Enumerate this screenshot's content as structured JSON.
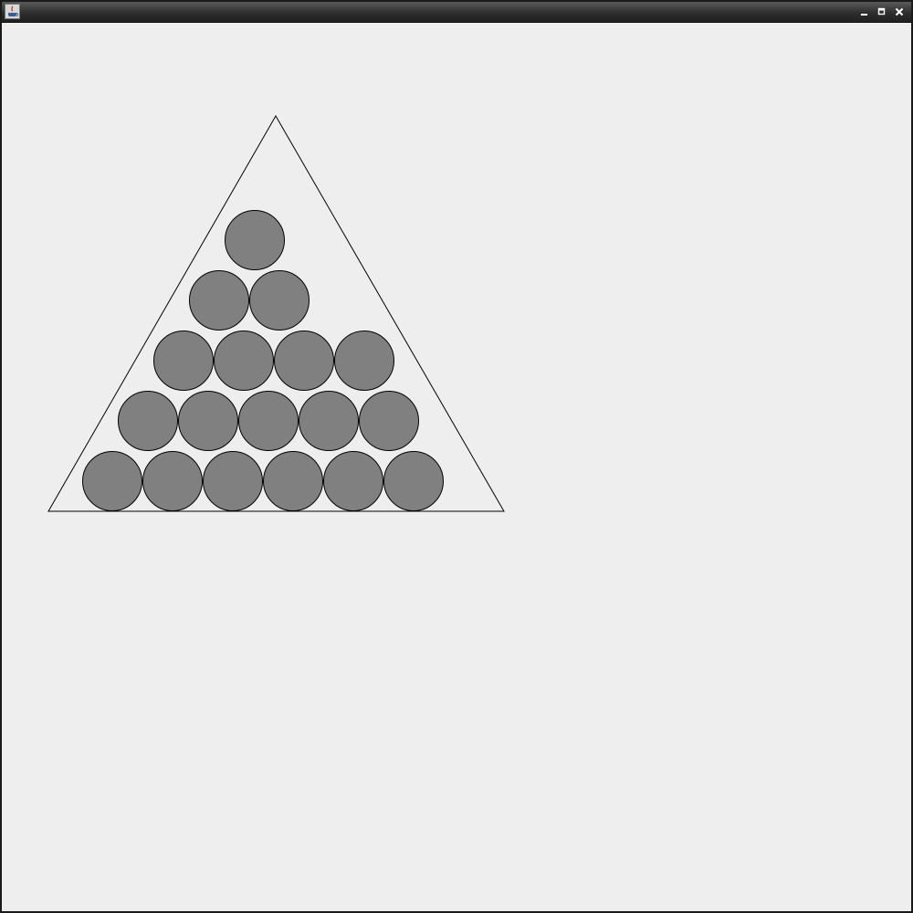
{
  "window": {
    "title": "",
    "controls": {
      "minimize_icon": "minimize-icon",
      "maximize_icon": "maximize-icon",
      "close_icon": "close-icon"
    }
  },
  "drawing": {
    "triangle": {
      "stroke": "#000000",
      "fill": "none"
    },
    "balls": {
      "rows": [
        1,
        2,
        4,
        5,
        6
      ],
      "count": 18,
      "fill": "#808080",
      "stroke": "#000000"
    }
  },
  "colors": {
    "window_bg": "#eeeeee",
    "titlebar": "#2e2e2e"
  }
}
